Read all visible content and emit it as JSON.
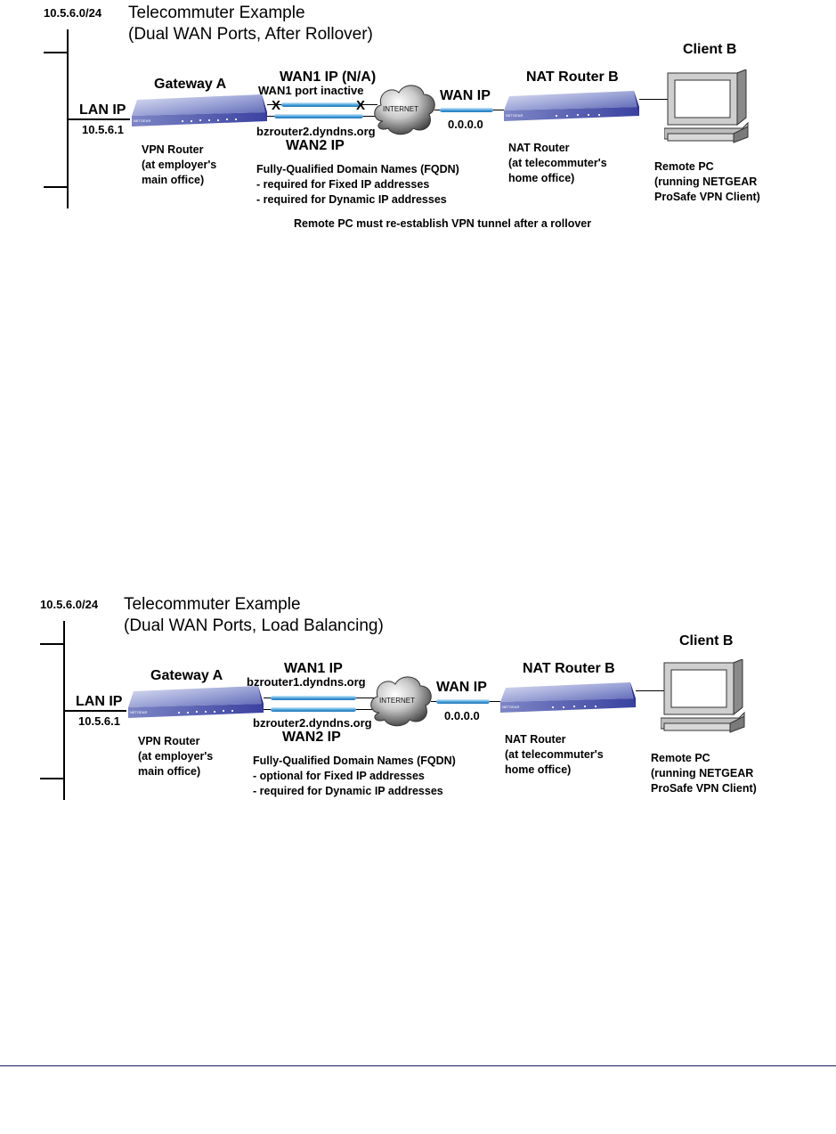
{
  "diagrams": [
    {
      "subnet": "10.5.6.0/24",
      "title_line1": "Telecommuter Example",
      "title_line2": "(Dual WAN Ports, After Rollover)",
      "lan_ip_label": "LAN IP",
      "lan_ip": "10.5.6.1",
      "gateway_label": "Gateway A",
      "gateway_desc": [
        "VPN Router",
        "(at employer's",
        "main office)"
      ],
      "wan1_label": "WAN1 IP (N/A)",
      "wan1_sub": "WAN1 port inactive",
      "x_mark": "X",
      "wan2_host": "bzrouter2.dyndns.org",
      "wan2_label": "WAN2 IP",
      "fqdn_lines": [
        "Fully-Qualified Domain Names (FQDN)",
        "- required for Fixed IP addresses",
        "- required for Dynamic IP addresses"
      ],
      "internet_label": "INTERNET",
      "wan_ip_label": "WAN IP",
      "wan_ip": "0.0.0.0",
      "nat_label": "NAT Router B",
      "nat_desc": [
        "NAT Router",
        "(at telecommuter's",
        "home office)"
      ],
      "client_label": "Client B",
      "client_desc": [
        "Remote PC",
        "(running NETGEAR",
        "ProSafe VPN Client)"
      ],
      "footnote": "Remote PC must re-establish VPN tunnel after a rollover"
    },
    {
      "subnet": "10.5.6.0/24",
      "title_line1": "Telecommuter Example",
      "title_line2": "(Dual WAN Ports, Load Balancing)",
      "lan_ip_label": "LAN IP",
      "lan_ip": "10.5.6.1",
      "gateway_label": "Gateway A",
      "gateway_desc": [
        "VPN Router",
        "(at employer's",
        "main office)"
      ],
      "wan1_label": "WAN1 IP",
      "wan1_host": "bzrouter1.dyndns.org",
      "wan2_host": "bzrouter2.dyndns.org",
      "wan2_label": "WAN2 IP",
      "fqdn_lines": [
        "Fully-Qualified Domain Names (FQDN)",
        "- optional for Fixed IP addresses",
        "- required for Dynamic IP addresses"
      ],
      "internet_label": "INTERNET",
      "wan_ip_label": "WAN IP",
      "wan_ip": "0.0.0.0",
      "nat_label": "NAT Router B",
      "nat_desc": [
        "NAT Router",
        "(at telecommuter's",
        "home office)"
      ],
      "client_label": "Client B",
      "client_desc": [
        "Remote PC",
        "(running NETGEAR",
        "ProSafe VPN Client)"
      ]
    }
  ],
  "router_brand": "NETGEAR",
  "colors": {
    "router_blue": "#3d45a0",
    "router_light": "#9aa3d6",
    "cable_blue": "#3b9ad6",
    "cloud_gray": "#8a8a8a",
    "rule": "#1b1b5e"
  }
}
